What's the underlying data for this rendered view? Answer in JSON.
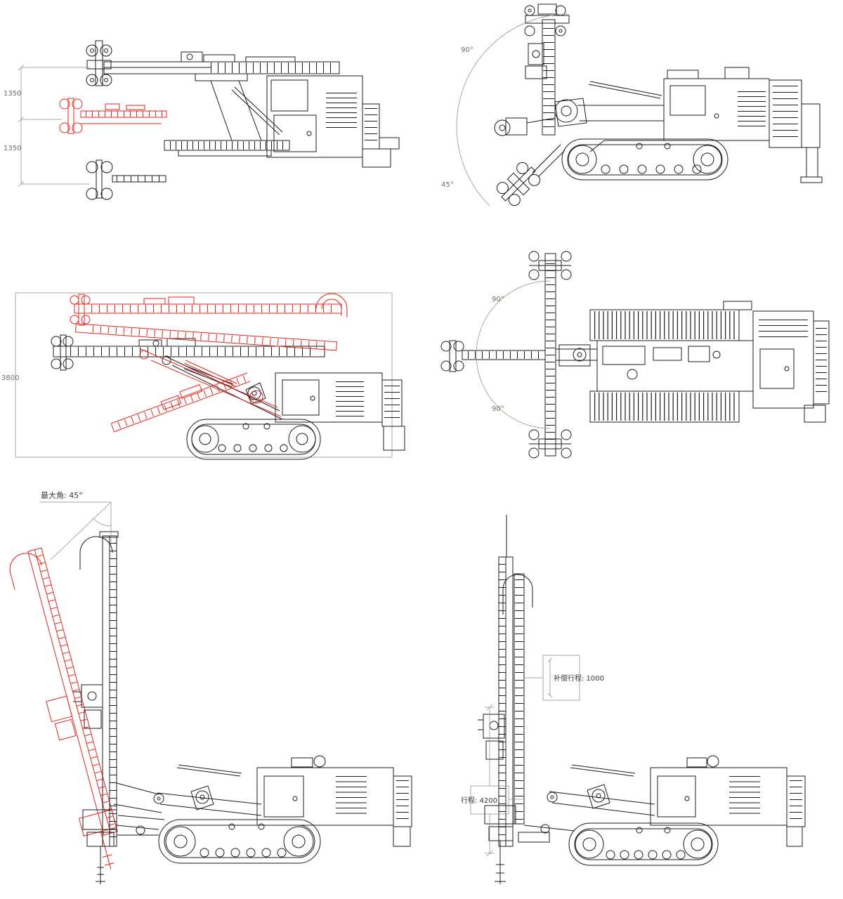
{
  "colors": {
    "line": "#1c1c1c",
    "ghost": "#e3251c",
    "dim": "#6f6f60",
    "label": "#3a3a3a",
    "background": "#ffffff"
  },
  "views": {
    "lift_range": {
      "dim_upper": "1350",
      "dim_lower": "1350"
    },
    "swing_side": {
      "angle_upper": "90°",
      "angle_lower": "45°"
    },
    "fold_positions": {
      "dim_height": "3800"
    },
    "plan_slew": {
      "angle_upper": "90°",
      "angle_lower": "90°"
    },
    "max_tilt": {
      "label": "最大角: 45°"
    },
    "strokes": {
      "compensation": "补偿行程: 1000",
      "stroke": "行程: 4200"
    }
  }
}
